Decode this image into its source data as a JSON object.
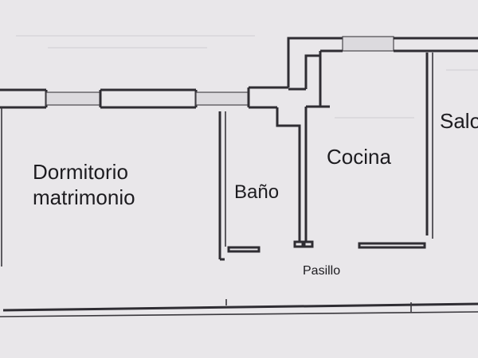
{
  "rooms": {
    "dormitorio": {
      "line1": "Dormitorio",
      "line2": "matrimonio"
    },
    "bano": "Baño",
    "cocina": "Cocina",
    "salon": "Salo",
    "pasillo": "Pasillo"
  },
  "colors": {
    "paper": "#e9e7ea",
    "wall": "#2f2d33",
    "text": "#1d1c20"
  }
}
